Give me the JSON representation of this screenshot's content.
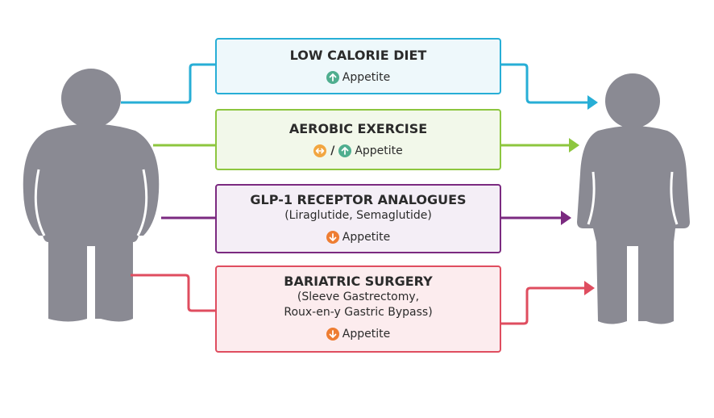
{
  "colors": {
    "figure": "#8a8a93",
    "diet": "#27aed6",
    "exercise": "#8dc63f",
    "glp1": "#7b2a80",
    "surgery": "#df4d5f",
    "icon_up": "#4fae8f",
    "icon_down": "#ee7d32",
    "icon_neutral": "#f2a640"
  },
  "figures": {
    "before": "person-obese-icon",
    "after": "person-slim-icon"
  },
  "boxes": [
    {
      "title": "LOW CALORIE DIET",
      "appetite": "Appetite",
      "icon": "arrow-up-icon"
    },
    {
      "title": "AEROBIC EXERCISE",
      "separator": "/",
      "appetite": "Appetite",
      "icon": "neutral-or-up-icon"
    },
    {
      "title": "GLP-1 RECEPTOR ANALOGUES",
      "subtitle": "(Liraglutide, Semaglutide)",
      "appetite": "Appetite",
      "icon": "arrow-down-icon"
    },
    {
      "title": "BARIATRIC SURGERY",
      "subtitle_line1": "(Sleeve Gastrectomy,",
      "subtitle_line2": "Roux-en-y Gastric Bypass)",
      "appetite": "Appetite",
      "icon": "arrow-down-icon"
    }
  ]
}
